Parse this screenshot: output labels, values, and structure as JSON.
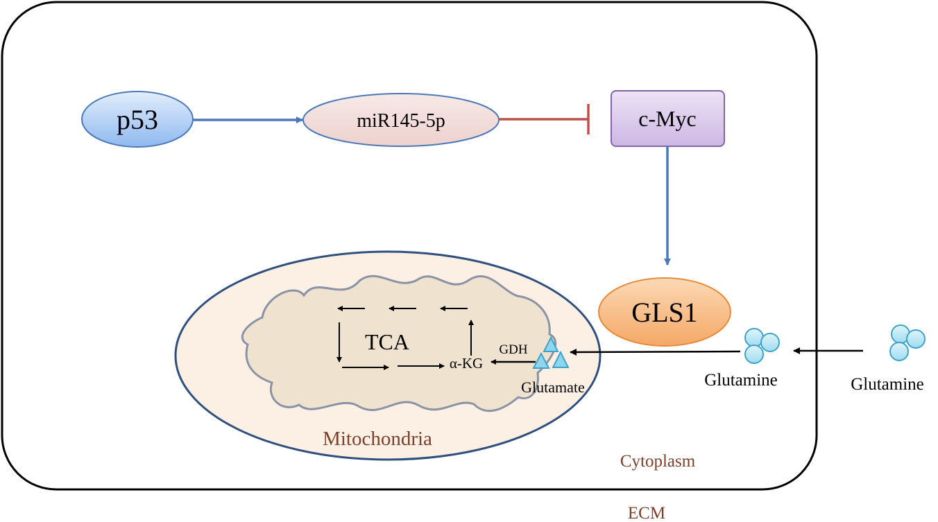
{
  "labels": {
    "p53": "p53",
    "mir": "miR145-5p",
    "cmyc": "c-Myc",
    "gls1": "GLS1",
    "tca": "TCA",
    "akg": "α-KG",
    "gdh": "GDH",
    "glutamate": "Glutamate",
    "glutamine_inside": "Glutamine",
    "glutamine_outside": "Glutamine",
    "mitochondria": "Mitochondria",
    "cytoplasm": "Cytoplasm",
    "ecm": "ECM"
  },
  "colors": {
    "activation_arrow": "#4a78b8",
    "inhibition": "#c0504d",
    "compartment_label": "#7b3f2a",
    "p53_fill": "#8fb8ef",
    "mir_fill": "#f2d9d6",
    "cmyc_fill": "#d9c8ea",
    "gls1_fill": "#f6b67c",
    "mito_fill": "#fcefe4",
    "mito_border": "#2f4f7f",
    "crista_fill": "#efe2cf",
    "molecule_fill": "#b9e6f4"
  }
}
